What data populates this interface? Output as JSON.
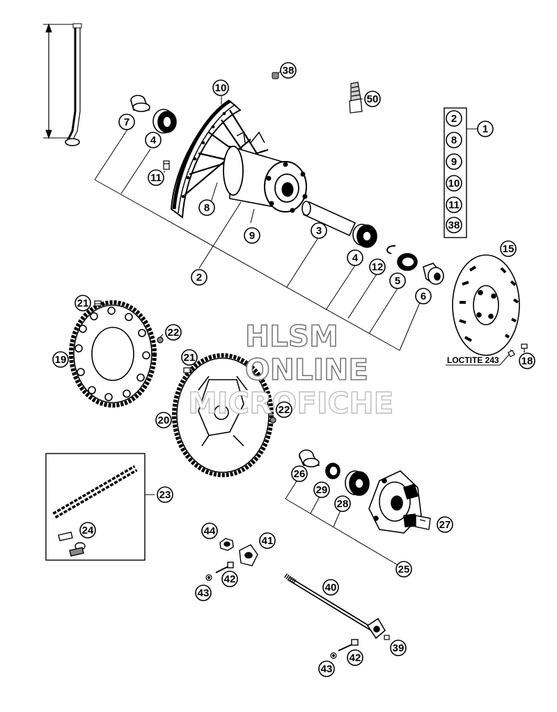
{
  "callouts": {
    "c1": "1",
    "c2a": "2",
    "c2b": "2",
    "c3": "3",
    "c4a": "4",
    "c4b": "4",
    "c5": "5",
    "c6": "6",
    "c7": "7",
    "c8a": "8",
    "c8b": "8",
    "c9a": "9",
    "c9b": "9",
    "c10a": "10",
    "c10b": "10",
    "c11a": "11",
    "c11b": "11",
    "c12": "12",
    "c15": "15",
    "c18": "18",
    "c19": "19",
    "c20": "20",
    "c21a": "21",
    "c21b": "21",
    "c22a": "22",
    "c22b": "22",
    "c23": "23",
    "c24": "24",
    "c25": "25",
    "c26": "26",
    "c27": "27",
    "c28": "28",
    "c29": "29",
    "c38a": "38",
    "c38b": "38",
    "c39": "39",
    "c40": "40",
    "c41": "41",
    "c42a": "42",
    "c42b": "42",
    "c43a": "43",
    "c43b": "43",
    "c44": "44",
    "c50": "50"
  },
  "loctite_label": "LOCTITE 243",
  "watermark": {
    "line1": "HLSM",
    "line2": "ONLINE",
    "line3": "MICROFICHE"
  }
}
